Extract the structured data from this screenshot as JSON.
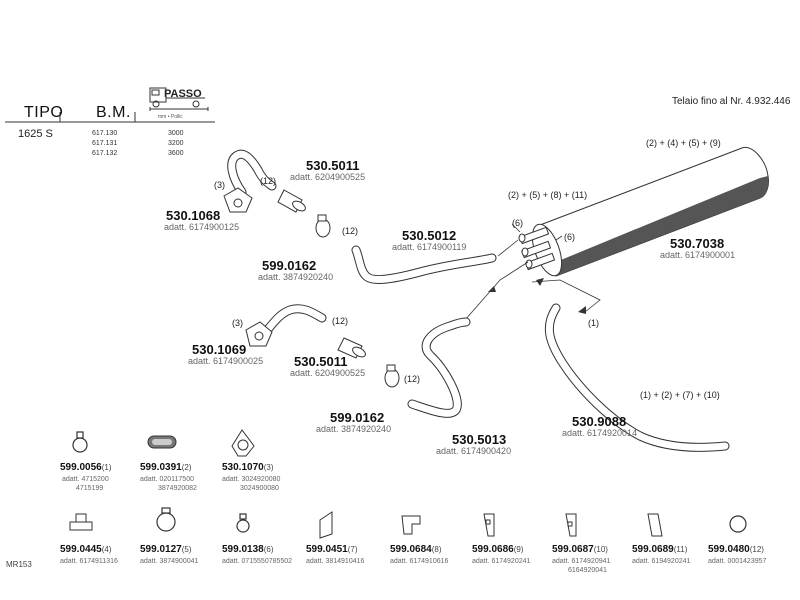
{
  "header": {
    "tipo_label": "TIPO",
    "bm_label": "B.M.",
    "passo_label": "PASSO",
    "passo_sub": "mm • Pollic",
    "telaio_note": "Telaio fino al Nr. 4.932.446"
  },
  "specs": {
    "tipo": "1625  S",
    "bm": [
      "617.130",
      "617.131",
      "617.132"
    ],
    "passo": [
      "3000",
      "3200",
      "3600"
    ]
  },
  "parts": {
    "p530_1068": {
      "num": "530.1068",
      "adatt": "adatt. 6174900125"
    },
    "p530_5011_a": {
      "num": "530.5011",
      "adatt": "adatt. 6204900525"
    },
    "p599_0162_a": {
      "num": "599.0162",
      "adatt": "adatt. 3874920240"
    },
    "p530_5012": {
      "num": "530.5012",
      "adatt": "adatt. 6174900119"
    },
    "p530_7038": {
      "num": "530.7038",
      "adatt": "adatt. 6174900001"
    },
    "p530_1069": {
      "num": "530.1069",
      "adatt": "adatt. 6174900025"
    },
    "p530_5011_b": {
      "num": "530.5011",
      "adatt": "adatt. 6204900525"
    },
    "p599_0162_b": {
      "num": "599.0162",
      "adatt": "adatt. 3874920240"
    },
    "p530_5013": {
      "num": "530.5013",
      "adatt": "adatt. 6174900420"
    },
    "p530_9088": {
      "num": "530.9088",
      "adatt": "adatt. 6174920014"
    }
  },
  "callouts": {
    "c3a": "(3)",
    "c12a": "(12)",
    "c12b": "(12)",
    "c3b": "(3)",
    "c12c": "(12)",
    "c12d": "(12)",
    "c6a": "(6)",
    "c6b": "(6)",
    "c1": "(1)",
    "combo_top": "(2) + (4) + (5) + (9)",
    "combo_mid": "(2) + (5) + (8) + (11)",
    "combo_low": "(1) + (2) + (7) + (10)"
  },
  "accessories_row1": [
    {
      "num": "599.0056",
      "n": "(1)",
      "lines": [
        "adatt. 4715200",
        "4715199"
      ]
    },
    {
      "num": "599.0391",
      "n": "(2)",
      "lines": [
        "adatt. 020117500",
        "3874920082"
      ]
    },
    {
      "num": "530.1070",
      "n": "(3)",
      "lines": [
        "adatt. 3024920080",
        "3024900080"
      ]
    }
  ],
  "accessories_row2": [
    {
      "num": "599.0445",
      "n": "(4)",
      "lines": [
        "adatt. 6174911316"
      ]
    },
    {
      "num": "599.0127",
      "n": "(5)",
      "lines": [
        "adatt. 3874900041"
      ]
    },
    {
      "num": "599.0138",
      "n": "(6)",
      "lines": [
        "adatt. 0715550785502"
      ]
    },
    {
      "num": "599.0451",
      "n": "(7)",
      "lines": [
        "adatt. 3814910416"
      ]
    },
    {
      "num": "599.0684",
      "n": "(8)",
      "lines": [
        "adatt. 6174910616"
      ]
    },
    {
      "num": "599.0686",
      "n": "(9)",
      "lines": [
        "adatt. 6174920241"
      ]
    },
    {
      "num": "599.0687",
      "n": "(10)",
      "lines": [
        "adatt. 6174920941",
        "6164920041"
      ]
    },
    {
      "num": "599.0689",
      "n": "(11)",
      "lines": [
        "adatt. 6194920241"
      ]
    },
    {
      "num": "599.0480",
      "n": "(12)",
      "lines": [
        "adatt. 0001423957"
      ]
    }
  ],
  "footer": {
    "code": "MR153"
  }
}
